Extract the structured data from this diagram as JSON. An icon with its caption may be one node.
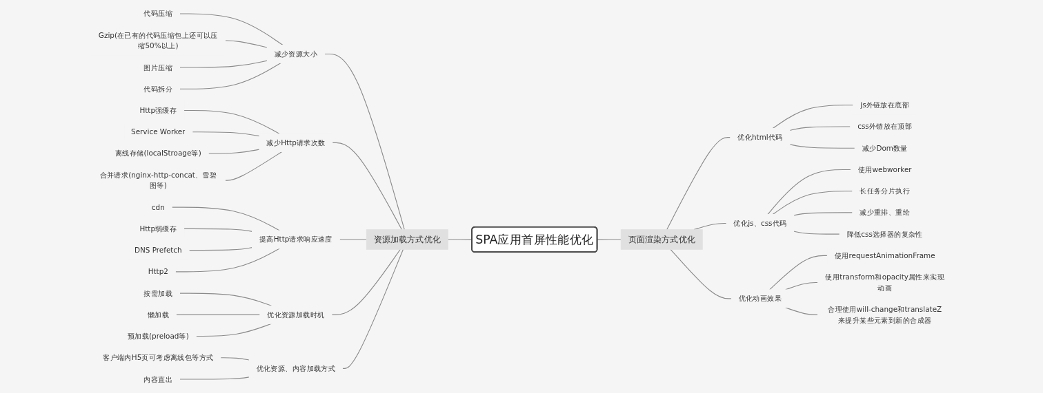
{
  "diagram": {
    "nodes": [
      {
        "text": [
          "SPA应用首屏性能优化"
        ]
      },
      {
        "text": [
          "资源加载方式优化"
        ]
      },
      {
        "text": [
          "减少资源大小"
        ]
      },
      {
        "text": [
          "代码压缩"
        ]
      },
      {
        "text": [
          "Gzip(在已有的代码压缩包上还可以压缩50%以上)"
        ]
      },
      {
        "text": [
          "图片压缩"
        ]
      },
      {
        "text": [
          "代码拆分"
        ]
      },
      {
        "text": [
          "减少Http请求次数"
        ]
      },
      {
        "text": [
          "Http强缓存"
        ]
      },
      {
        "text": [
          "Service Worker"
        ]
      },
      {
        "text": [
          "离线存储(localStroage等)"
        ]
      },
      {
        "text": [
          "合并请求(nginx-http-concat、雪碧图等)"
        ]
      },
      {
        "text": [
          "提高Http请求响应速度"
        ]
      },
      {
        "text": [
          "cdn"
        ]
      },
      {
        "text": [
          "Http弱缓存"
        ]
      },
      {
        "text": [
          "DNS Prefetch"
        ]
      },
      {
        "text": [
          "Http2"
        ]
      },
      {
        "text": [
          "优化资源加载时机"
        ]
      },
      {
        "text": [
          "按需加载"
        ]
      },
      {
        "text": [
          "懒加载"
        ]
      },
      {
        "text": [
          "预加载(preload等)"
        ]
      },
      {
        "text": [
          "优化资源、内容加载方式"
        ]
      },
      {
        "text": [
          "客户端内H5页可考虑离线包等方式"
        ]
      },
      {
        "text": [
          "内容直出"
        ]
      },
      {
        "text": [
          "页面渲染方式优化"
        ]
      },
      {
        "text": [
          "优化html代码"
        ]
      },
      {
        "text": [
          "js外链放在底部"
        ]
      },
      {
        "text": [
          "css外链放在顶部"
        ]
      },
      {
        "text": [
          "减少Dom数量"
        ]
      },
      {
        "text": [
          "优化js、css代码"
        ]
      },
      {
        "text": [
          "使用webworker"
        ]
      },
      {
        "text": [
          "长任务分片执行"
        ]
      },
      {
        "text": [
          "减少重排、重绘"
        ]
      },
      {
        "text": [
          "降低css选择器的复杂性"
        ]
      },
      {
        "text": [
          "优化动画效果"
        ]
      },
      {
        "text": [
          "使用requestAnimationFrame"
        ]
      },
      {
        "text": [
          "使用transform和opacity属性来实现动画"
        ]
      },
      {
        "text": [
          "合理使用will-change和translateZ来提升某些元素到新的合成器"
        ]
      }
    ],
    "edges": [
      {
        "from": 0,
        "to": 1,
        "arrow": "none"
      },
      {
        "from": 1,
        "to": 2,
        "arrow": "none"
      },
      {
        "from": 2,
        "to": 3,
        "arrow": "none"
      },
      {
        "from": 2,
        "to": 4,
        "arrow": "none"
      },
      {
        "from": 2,
        "to": 5,
        "arrow": "none"
      },
      {
        "from": 2,
        "to": 6,
        "arrow": "none"
      },
      {
        "from": 1,
        "to": 7,
        "arrow": "none"
      },
      {
        "from": 7,
        "to": 8,
        "arrow": "none"
      },
      {
        "from": 7,
        "to": 9,
        "arrow": "none"
      },
      {
        "from": 7,
        "to": 10,
        "arrow": "none"
      },
      {
        "from": 7,
        "to": 11,
        "arrow": "none"
      },
      {
        "from": 1,
        "to": 12,
        "arrow": "none"
      },
      {
        "from": 12,
        "to": 13,
        "arrow": "none"
      },
      {
        "from": 12,
        "to": 14,
        "arrow": "none"
      },
      {
        "from": 12,
        "to": 15,
        "arrow": "none"
      },
      {
        "from": 12,
        "to": 16,
        "arrow": "none"
      },
      {
        "from": 1,
        "to": 17,
        "arrow": "none"
      },
      {
        "from": 17,
        "to": 18,
        "arrow": "none"
      },
      {
        "from": 17,
        "to": 19,
        "arrow": "none"
      },
      {
        "from": 17,
        "to": 20,
        "arrow": "none"
      },
      {
        "from": 1,
        "to": 21,
        "arrow": "none"
      },
      {
        "from": 21,
        "to": 22,
        "arrow": "none"
      },
      {
        "from": 21,
        "to": 23,
        "arrow": "none"
      },
      {
        "from": 0,
        "to": 24,
        "arrow": "none"
      },
      {
        "from": 24,
        "to": 25,
        "arrow": "none"
      },
      {
        "from": 25,
        "to": 26,
        "arrow": "none"
      },
      {
        "from": 25,
        "to": 27,
        "arrow": "none"
      },
      {
        "from": 25,
        "to": 28,
        "arrow": "none"
      },
      {
        "from": 24,
        "to": 29,
        "arrow": "none"
      },
      {
        "from": 29,
        "to": 30,
        "arrow": "none"
      },
      {
        "from": 29,
        "to": 31,
        "arrow": "none"
      },
      {
        "from": 29,
        "to": 32,
        "arrow": "none"
      },
      {
        "from": 29,
        "to": 33,
        "arrow": "none"
      },
      {
        "from": 24,
        "to": 34,
        "arrow": "none"
      },
      {
        "from": 34,
        "to": 35,
        "arrow": "none"
      },
      {
        "from": 34,
        "to": 36,
        "arrow": "none"
      },
      {
        "from": 34,
        "to": 37,
        "arrow": "none"
      }
    ]
  }
}
